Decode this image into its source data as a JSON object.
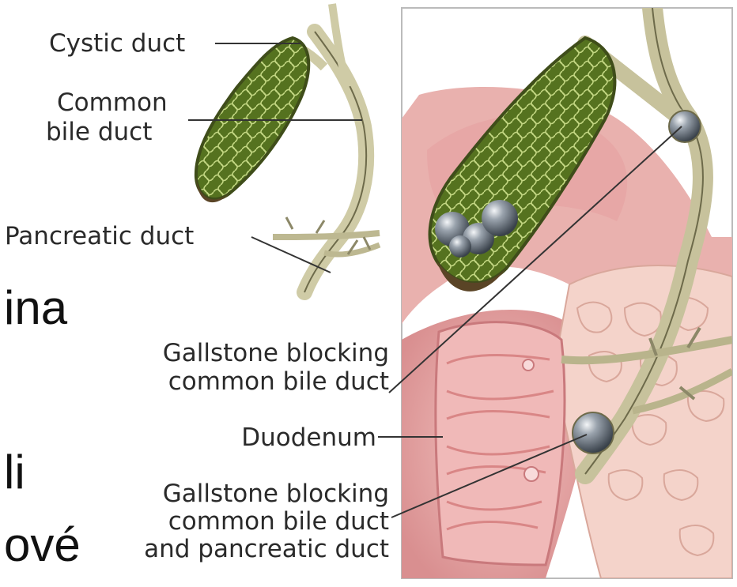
{
  "labels": {
    "cystic_duct": "Cystic duct",
    "common_bile_duct": [
      "Common",
      "bile duct"
    ],
    "pancreatic_duct": "Pancreatic duct",
    "gallstone_common": [
      "Gallstone blocking",
      "common bile duct"
    ],
    "duodenum": "Duodenum",
    "gallstone_both": [
      "Gallstone blocking",
      "common bile duct",
      "and pancreatic duct"
    ]
  },
  "slide_fragments": [
    "ina",
    "li",
    "ové"
  ],
  "colors": {
    "gallbladder": "#4f6a1d",
    "gallbladder_net": "#b9cf7a",
    "duct": "#c9c6a3",
    "stone": "#8d97a3",
    "duodenum": "#e0a3a3",
    "pancreas": "#f2cfc5",
    "label_line": "#333333"
  }
}
